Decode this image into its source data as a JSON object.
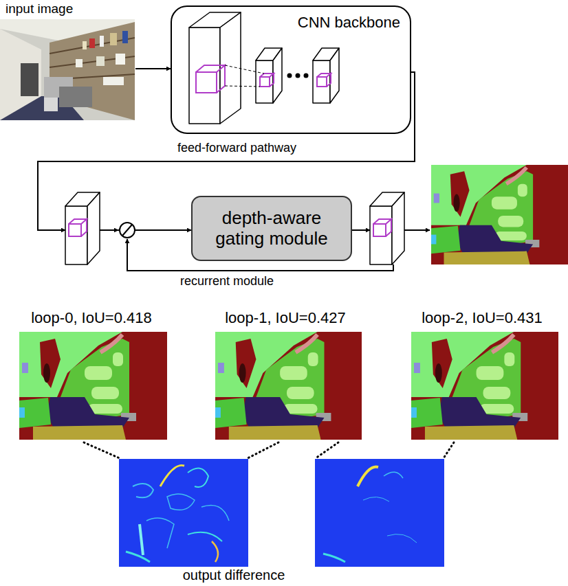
{
  "diagram": {
    "nodes": [
      {
        "text": [
          "input image"
        ]
      },
      {
        "text": [
          "CNN backbone"
        ]
      },
      {
        "text": [
          "depth-aware gating module"
        ]
      },
      {
        "text": [
          "loop-0, IoU=0.418"
        ]
      },
      {
        "text": [
          "loop-1, IoU=0.427"
        ]
      },
      {
        "text": [
          "loop-2, IoU=0.431"
        ]
      }
    ],
    "edges": [
      {
        "from": 0,
        "to": 1,
        "arrow": "to"
      },
      {
        "from": 1,
        "to": 2,
        "arrow": "to"
      }
    ],
    "labels": [
      "feed-forward pathway",
      "recurrent module",
      "output difference"
    ]
  }
}
